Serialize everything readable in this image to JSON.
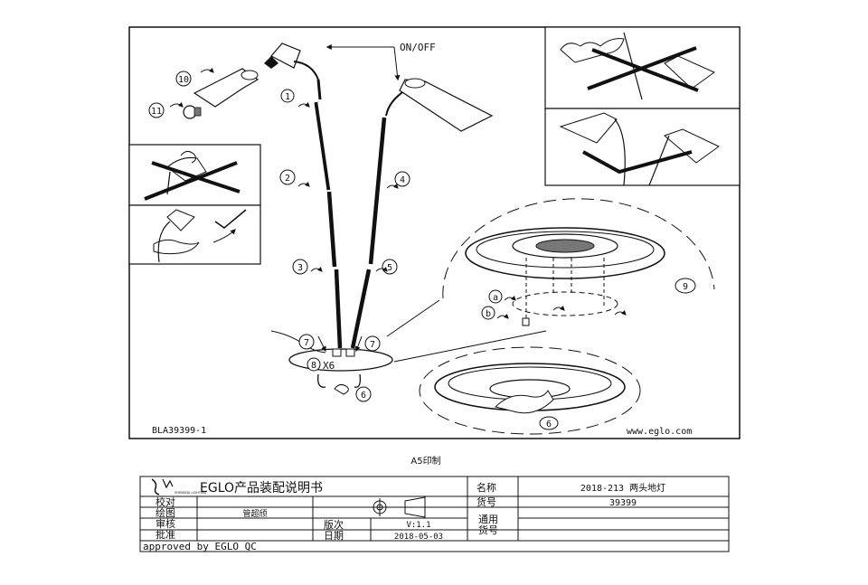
{
  "diagram": {
    "on_off_label": "ON/OFF",
    "step_numbers": [
      "1",
      "2",
      "3",
      "4",
      "5",
      "6",
      "7",
      "8",
      "9",
      "10",
      "11"
    ],
    "step_letters": [
      "a",
      "b"
    ],
    "screw_count": "X6",
    "drawing_code": "BLA39399-1",
    "website": "www.eglo.com"
  },
  "print_note": "A5印制",
  "title_block": {
    "logo_text": "EGLO",
    "logo_subtext": "SHENGDA LIGHTING",
    "document_title": "EGLO产品装配说明书",
    "labels": {
      "proofread": "校对",
      "drawn": "绘图",
      "review": "审核",
      "approve": "批准",
      "version": "版次",
      "date": "日期",
      "name": "名称",
      "item_no": "货号",
      "universal_item_no": "通用\n货号"
    },
    "values": {
      "drawn_by": "管超颀",
      "version": "V:1.1",
      "date": "2018-05-03",
      "name": "2018-213 两头地灯",
      "item_no": "39399"
    },
    "approved_line": "approved by EGLO QC"
  }
}
